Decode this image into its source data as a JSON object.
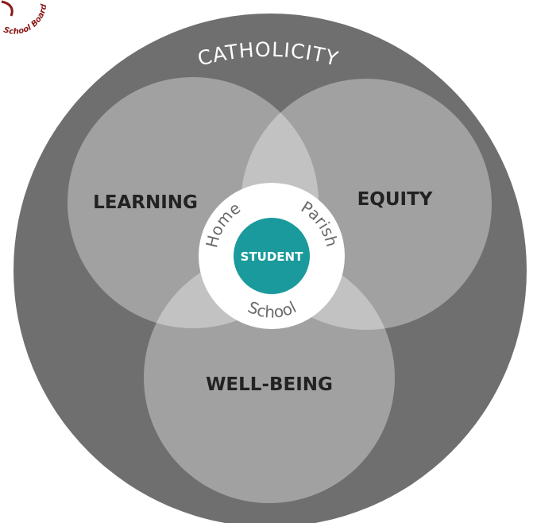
{
  "outer": {
    "label": "CATHOLICITY",
    "color": "#6f6f6f"
  },
  "circles": [
    {
      "id": "learning",
      "label": "LEARNING"
    },
    {
      "id": "equity",
      "label": "EQUITY"
    },
    {
      "id": "wellbeing",
      "label": "WELL-BEING"
    }
  ],
  "inner_ring": {
    "words": [
      "Home",
      "Parish",
      "School"
    ],
    "color": "#ffffff"
  },
  "center": {
    "label": "STUDENT",
    "color": "#1a9a9c"
  },
  "logo": {
    "text": "School Board",
    "color": "#8a1a1a"
  },
  "colors": {
    "venn_fill": "#ffffff",
    "label": "#222222",
    "arc_text": "#6b6b6b"
  }
}
